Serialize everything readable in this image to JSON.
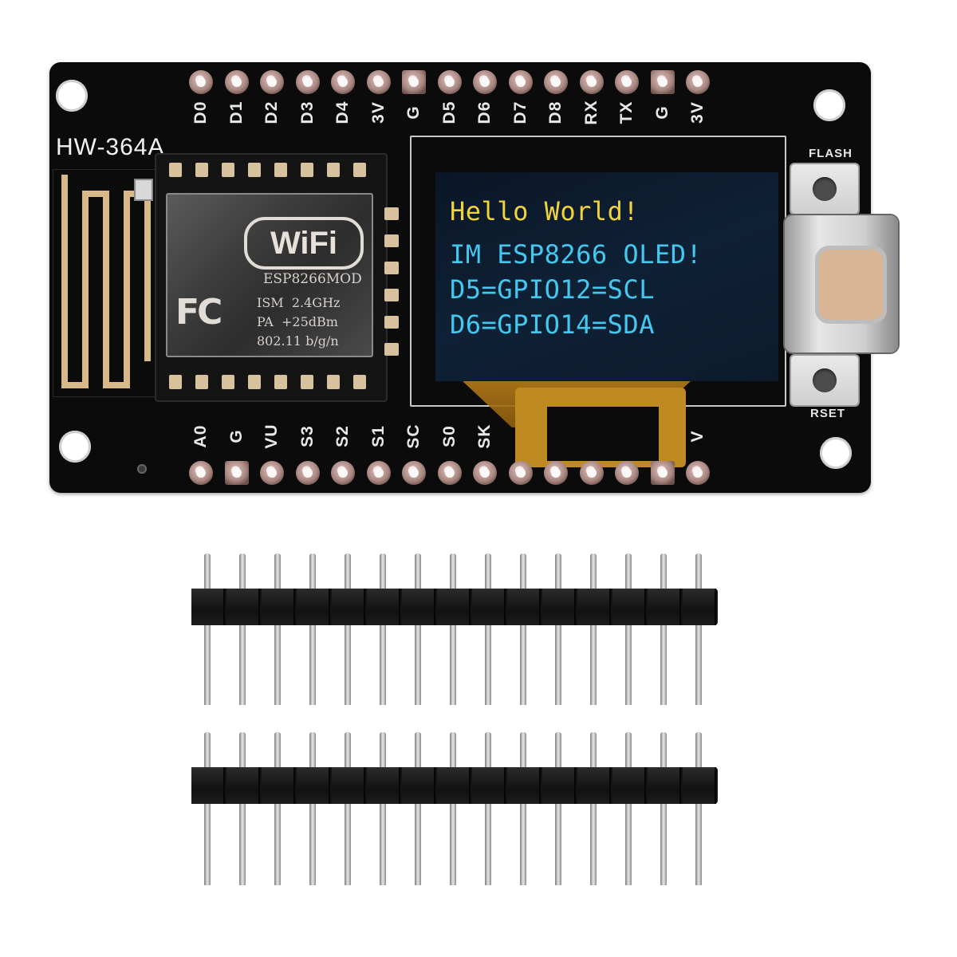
{
  "board": {
    "model": "HW-364A",
    "top_labels": [
      "D0",
      "D1",
      "D2",
      "D3",
      "D4",
      "3V",
      "G",
      "D5",
      "D6",
      "D7",
      "D8",
      "RX",
      "TX",
      "G",
      "3V"
    ],
    "bottom_labels": [
      "A0",
      "G",
      "VU",
      "S3",
      "S2",
      "S1",
      "SC",
      "S0",
      "SK",
      "",
      "",
      "",
      "",
      "",
      "V"
    ],
    "flash_label": "FLASH",
    "reset_label": "RSET"
  },
  "module": {
    "logo": "WiFi",
    "part": "ESP8266MOD",
    "band": "ISM  2.4GHz",
    "power": "PA  +25dBm",
    "standard": "802.11 b/g/n",
    "cert": "FC"
  },
  "oled": {
    "lines": [
      "Hello World!",
      "IM ESP8266 OLED!",
      "D5=GPIO12=SCL",
      "D6=GPIO14=SDA"
    ],
    "colors": {
      "header": "#f1d43a",
      "body": "#43c8f0"
    }
  },
  "headers": {
    "strip_count": 2,
    "pins_per_strip": 15
  }
}
